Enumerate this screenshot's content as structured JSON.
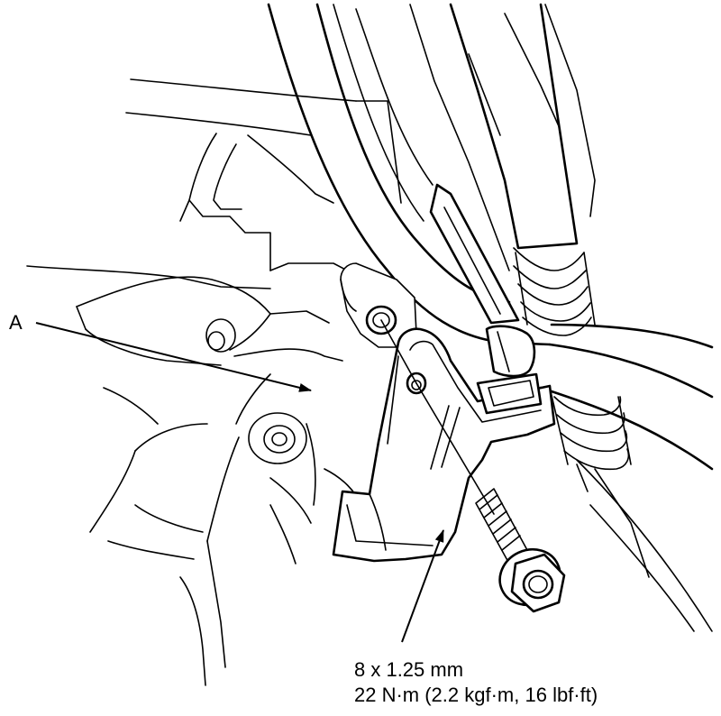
{
  "callout": {
    "letter": "A"
  },
  "spec": {
    "bolt_size": "8 x 1.25 mm",
    "torque": "22 N·m (2.2 kgf·m, 16 lbf·ft)"
  }
}
